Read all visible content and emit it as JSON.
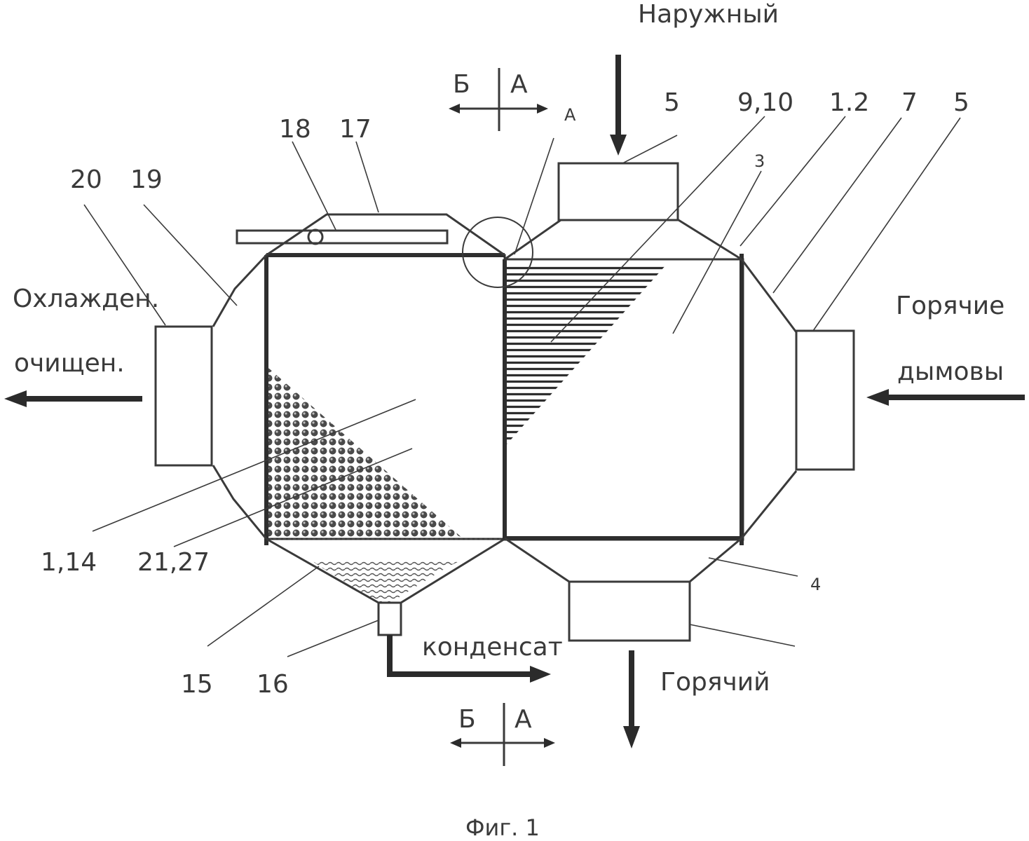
{
  "figure": {
    "caption": "Фиг. 1",
    "flows": {
      "outside_air": "Наружный",
      "hot_flue_top": "Горячие",
      "hot_flue_bottom": "дымовы",
      "cooled_top": "Охлажден.",
      "cooled_bottom": "очищен.",
      "hot_air": "Горячий",
      "condensate": "конденсат"
    },
    "section_marks": {
      "top_left": "Б",
      "top_right": "А",
      "bottom_left": "Б",
      "bottom_right": "А",
      "detail": "А"
    },
    "callouts": {
      "n20": "20",
      "n19": "19",
      "n18": "18",
      "n17": "17",
      "n5_top": "5",
      "n9_10": "9,10",
      "n1_2": "1.2",
      "n7": "7",
      "n5_right": "5",
      "n3": "3",
      "n1_14": "1,14",
      "n21_27": "21,27",
      "n4": "4",
      "n15": "15",
      "n16": "16"
    }
  }
}
